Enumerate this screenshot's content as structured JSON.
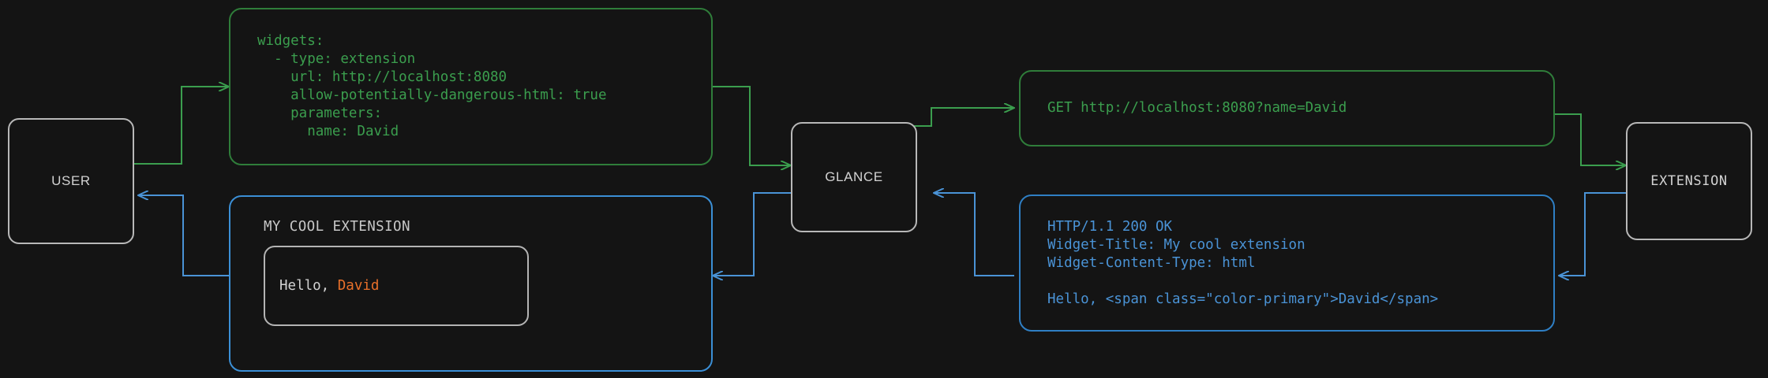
{
  "diagram": {
    "type": "flow-sequence",
    "background": "#141414",
    "colors": {
      "request_green": "#3b9e4e",
      "response_blue": "#4a93d6",
      "node_border": "#b8b8b8",
      "node_text": "#d2d2d2",
      "accent_orange": "#e8702a"
    }
  },
  "nodes": [
    {
      "id": "user",
      "label": "USER"
    },
    {
      "id": "glance",
      "label": "GLANCE"
    },
    {
      "id": "extension",
      "label": "EXTENSION"
    }
  ],
  "boxes": {
    "config_yaml": {
      "color": "#3b9e4e",
      "text": "widgets:\n  - type: extension\n    url: http://localhost:8080\n    allow-potentially-dangerous-html: true\n    parameters:\n      name: David"
    },
    "http_request": {
      "color": "#3b9e4e",
      "text": "GET http://localhost:8080?name=David"
    },
    "http_response": {
      "color": "#4a93d6",
      "text": "HTTP/1.1 200 OK\nWidget-Title: My cool extension\nWidget-Content-Type: html\n\nHello, <span class=\"color-primary\">David</span>"
    },
    "rendered_widget": {
      "color": "#3b8fd6",
      "title": "MY COOL EXTENSION",
      "greeting_prefix": "Hello, ",
      "greeting_name": "David"
    }
  }
}
